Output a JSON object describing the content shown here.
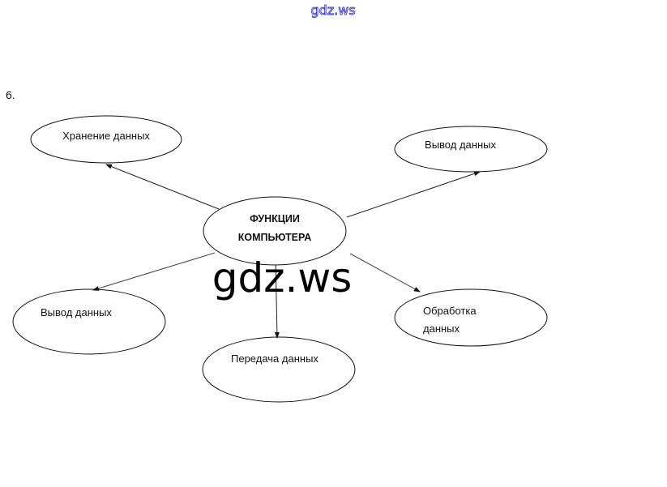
{
  "watermark_top": "gdz.ws",
  "watermark_center": "gdz.ws",
  "task_number": "6.",
  "diagram": {
    "center": {
      "line1": "ФУНКЦИИ",
      "line2": "КОМПЬЮТЕРА"
    },
    "nodes": {
      "storage": "Хранение данных",
      "output_right": "Вывод данных",
      "output_left": "Вывод данных",
      "transfer": "Передача данных",
      "processing_line1": "Обработка",
      "processing_line2": "данных"
    }
  }
}
